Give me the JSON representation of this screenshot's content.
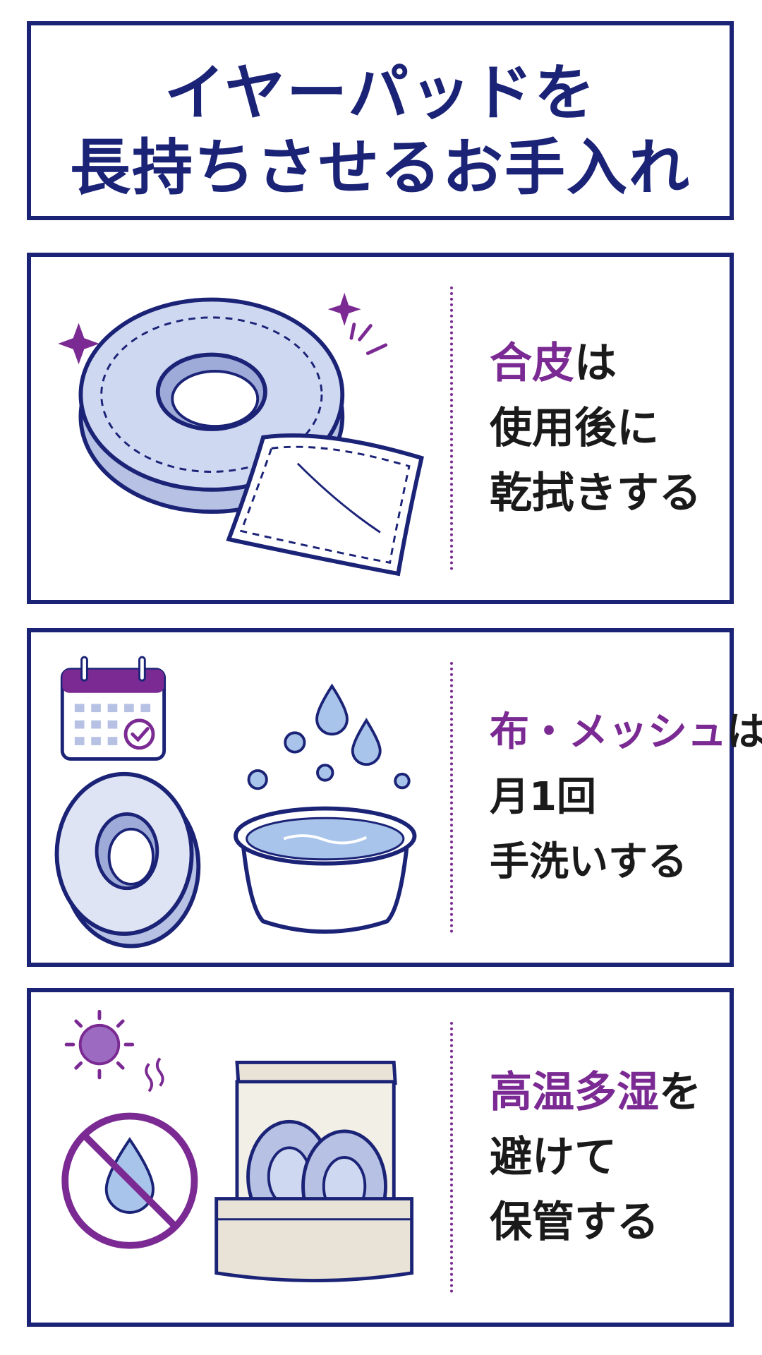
{
  "title": {
    "line1": "イヤーパッドを",
    "line2": "長持ちさせるお手入れ"
  },
  "cards": [
    {
      "line1_highlight": "合皮",
      "line1_rest": "は",
      "line2": "使用後に",
      "line3": "乾拭きする",
      "icons": [
        "ear-pad-icon",
        "cloth-icon",
        "sparkle-icon"
      ]
    },
    {
      "line1_highlight": "布・メッシュ",
      "line1_rest": "は",
      "line2": "月1回",
      "line3": "手洗いする",
      "icons": [
        "calendar-check-icon",
        "mesh-ear-pad-icon",
        "water-basin-icon",
        "water-drop-icon"
      ]
    },
    {
      "line1_highlight": "高温多湿",
      "line1_rest": "を",
      "line2": "避けて",
      "line3": "保管する",
      "icons": [
        "sun-icon",
        "heat-wave-icon",
        "no-moisture-icon",
        "storage-box-icon"
      ]
    }
  ],
  "colors": {
    "navy": "#1b2377",
    "purple": "#7a2a92",
    "pad_fill": "#c9d3ee",
    "water": "#a9c4ea"
  }
}
